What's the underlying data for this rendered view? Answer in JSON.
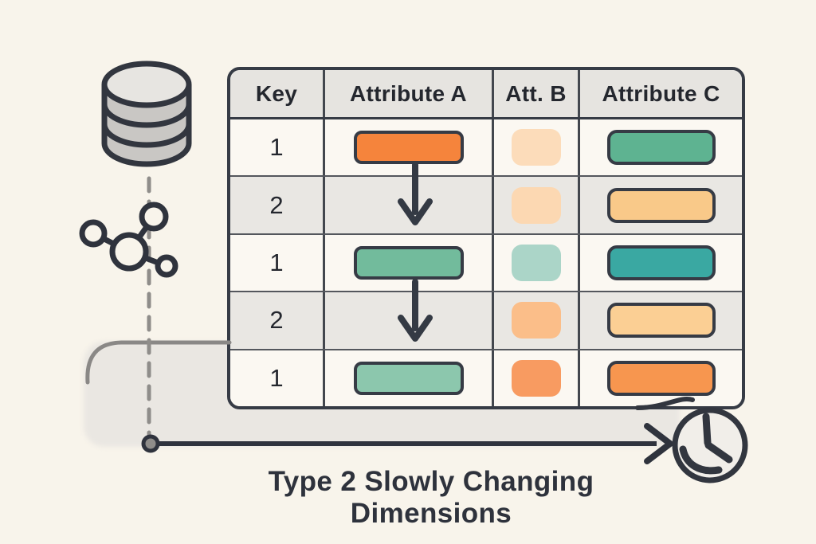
{
  "caption": "Type 2 Slowly Changing Dimensions",
  "table": {
    "columns": [
      {
        "label": "Key"
      },
      {
        "label": "Attribute A"
      },
      {
        "label": "Att. B"
      },
      {
        "label": "Attribute C"
      }
    ],
    "rows": [
      {
        "key": "1",
        "cells": {
          "a": {
            "type": "pill",
            "color": "#f5843c"
          },
          "b": {
            "type": "pill",
            "color": "#fcdcba"
          },
          "c": {
            "type": "pill",
            "color": "#5eb391"
          }
        }
      },
      {
        "key": "2",
        "cells": {
          "a": {
            "type": "arrow-down"
          },
          "b": {
            "type": "pill",
            "color": "#fcd8b2"
          },
          "c": {
            "type": "pill",
            "color": "#f9c989"
          }
        }
      },
      {
        "key": "1",
        "cells": {
          "a": {
            "type": "pill",
            "color": "#72bb9c"
          },
          "b": {
            "type": "pill",
            "color": "#abd5c8"
          },
          "c": {
            "type": "pill",
            "color": "#3aa8a2"
          }
        }
      },
      {
        "key": "2",
        "cells": {
          "a": {
            "type": "arrow-down"
          },
          "b": {
            "type": "pill",
            "color": "#fbbe89"
          },
          "c": {
            "type": "pill",
            "color": "#fbcf94"
          }
        }
      },
      {
        "key": "1",
        "cells": {
          "a": {
            "type": "pill",
            "color": "#8cc7ad"
          },
          "b": {
            "type": "pill",
            "color": "#f89b61"
          },
          "c": {
            "type": "pill",
            "color": "#f7964f"
          }
        }
      }
    ],
    "change_arrows": [
      {
        "from_row": 1,
        "to_row": 2,
        "column": "Attribute A"
      },
      {
        "from_row": 3,
        "to_row": 4,
        "column": "Attribute A"
      }
    ]
  },
  "icons": {
    "database": "database-icon",
    "molecule": "molecule-icon",
    "clock": "clock-icon",
    "timeline": "timeline-arrow"
  },
  "colors": {
    "background": "#f8f4eb",
    "table_border": "#363b45",
    "row_odd": "#fbf8f2",
    "row_even": "#e9e7e3",
    "header_bg": "#e6e4e0",
    "ink": "#2e323c",
    "dashed_line": "#8f8d8a",
    "band": "#eae7e2"
  }
}
